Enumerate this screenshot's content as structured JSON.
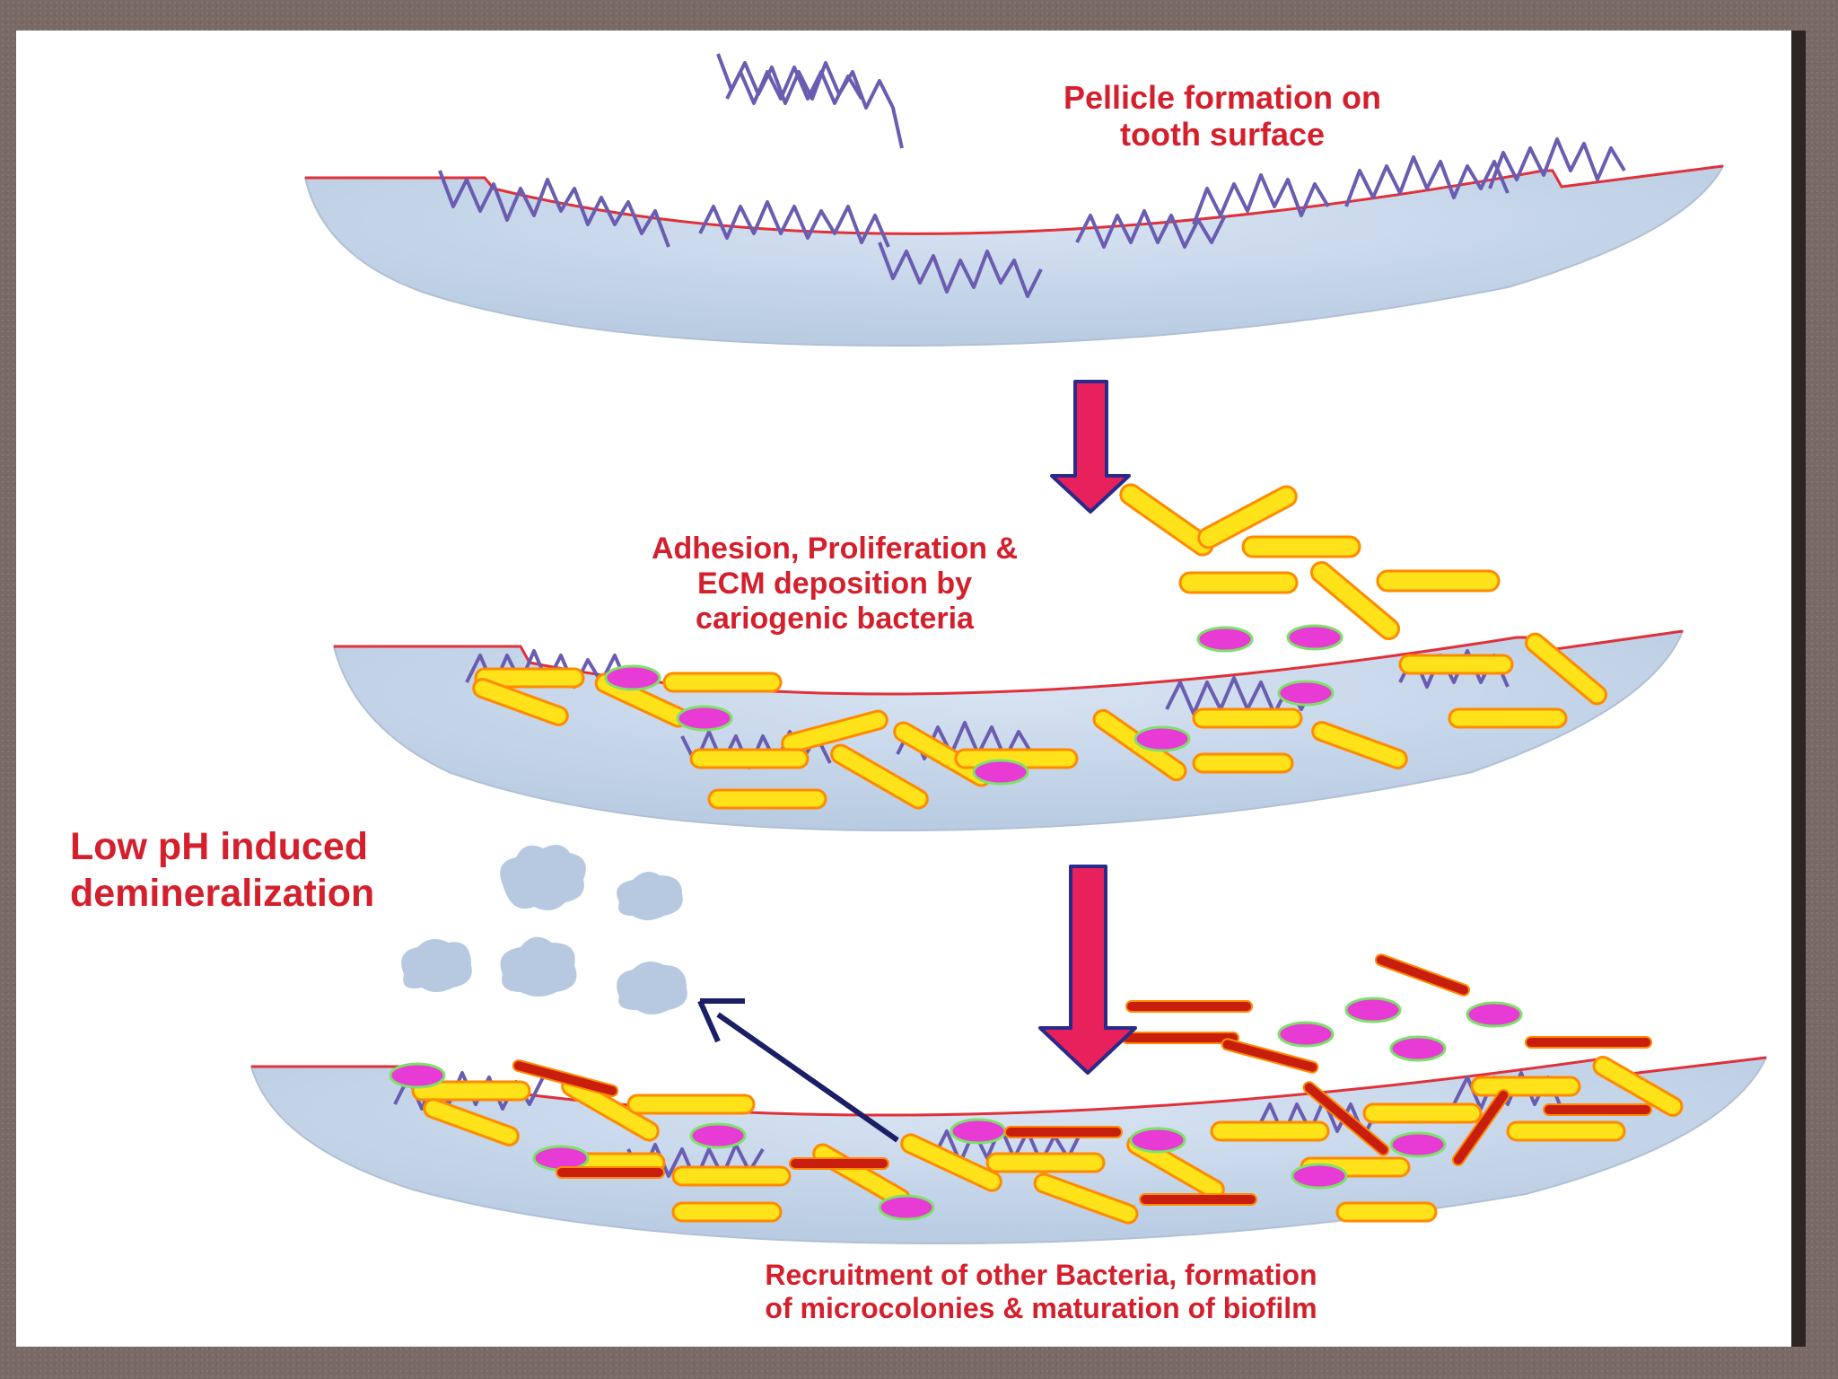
{
  "labels": {
    "step1": [
      "Pellicle formation on",
      "tooth surface"
    ],
    "step2": [
      "Adhesion, Proliferation &",
      "ECM deposition by",
      "cariogenic bacteria"
    ],
    "step3": [
      "Recruitment of other Bacteria, formation",
      "of  microcolonies & maturation of biofilm"
    ],
    "side": [
      "Low pH induced",
      "demineralization"
    ]
  },
  "colors": {
    "tooth": "#c3d4e8",
    "enamel_line": "#e0303a",
    "pellicle": "#6a5cb0",
    "rod_bacteria": "#ffe21a",
    "rod_outline": "#ff8a00",
    "cocci": "#e83ad4",
    "cocci_outline": "#7ee06a",
    "dark_rods": "#c81e0e",
    "arrow": "#e8215c",
    "arrow_outline": "#2a2a8a",
    "label_red": "#d4202c",
    "navy_arrow": "#1a1f66",
    "debris": "#b6c9e0"
  },
  "icons": [
    "pellicle-strand-icon",
    "rod-bacterium-icon",
    "coccus-icon",
    "down-arrow-icon",
    "demineralization-cloud-icon"
  ]
}
